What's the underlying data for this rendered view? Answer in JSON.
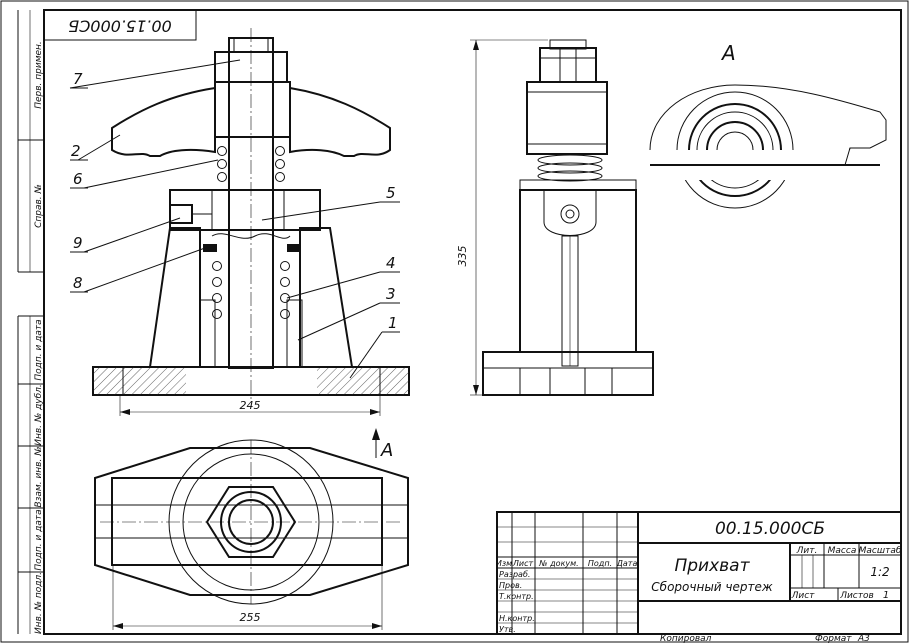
{
  "document": {
    "designation": "00.15.000СБ",
    "designation_rotated": "00.15.000СБ"
  },
  "side_stamps": [
    "Перв. примен.",
    "Справ. №",
    "Подп. и дата",
    "Инв. № дубл.",
    "Взам. инв. №",
    "Подп. и дата",
    "Инв. № подл."
  ],
  "part_labels": [
    "7",
    "2",
    "6",
    "5",
    "9",
    "4",
    "8",
    "3",
    "1"
  ],
  "dimensions": {
    "front_width": "245",
    "top_width": "255",
    "side_height": "335"
  },
  "view_labels": {
    "section_a": "A",
    "arrow_a": "A"
  },
  "title_block": {
    "designation": "00.15.000СБ",
    "name": "Прихват",
    "doc_type": "Сборочный чертеж",
    "col_lit": "Лит.",
    "col_mass": "Масса",
    "col_scale": "Масштаб",
    "scale_value": "1:2",
    "sheet_label": "Лист",
    "sheets_label": "Листов",
    "sheets_value": "1",
    "hdr_izm": "Изм",
    "hdr_list": "Лист",
    "hdr_docnum": "№ докум.",
    "hdr_sign": "Подп.",
    "hdr_date": "Дата",
    "row_razrab": "Разраб.",
    "row_prov": "Пров.",
    "row_tkontr": "Т.контр.",
    "row_nkontr": "Н.контр.",
    "row_utv": "Утв.",
    "copied": "Копировал",
    "format_label": "Формат",
    "format_value": "А3"
  }
}
